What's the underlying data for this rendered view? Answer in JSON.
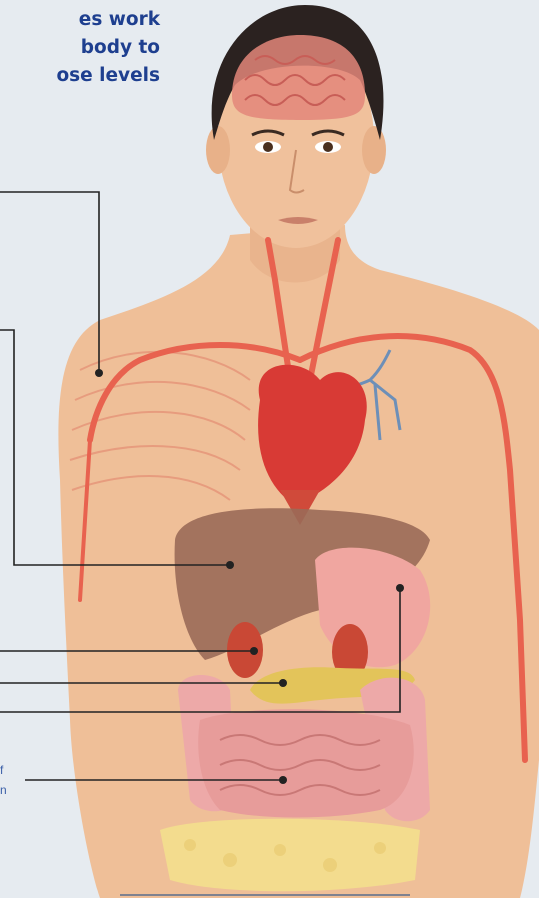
{
  "title_lines": "es work\nbody to\nose levels",
  "caption_fragment": "f\nn",
  "colors": {
    "background": "#e6ebf0",
    "title": "#1e3f8f",
    "skin": "#efbf98",
    "hair": "#2b2220",
    "artery": "#e8624f",
    "heart": "#d83a35",
    "vein": "#6d8fb8",
    "liver": "#9a6a58",
    "stomach": "#f0a6a0",
    "kidney": "#c94835",
    "pancreas": "#e3c45a",
    "intestine": "#eda9a8",
    "fat": "#f3dc8e",
    "leader": "#222222"
  },
  "organs": [
    "brain",
    "muscle",
    "heart",
    "liver",
    "stomach",
    "kidney",
    "pancreas",
    "small-intestine",
    "large-intestine",
    "fat-tissue"
  ],
  "icons": [
    "human-body-icon",
    "brain-icon",
    "heart-icon",
    "liver-icon",
    "kidney-icon",
    "pancreas-icon",
    "stomach-icon",
    "intestine-icon"
  ]
}
